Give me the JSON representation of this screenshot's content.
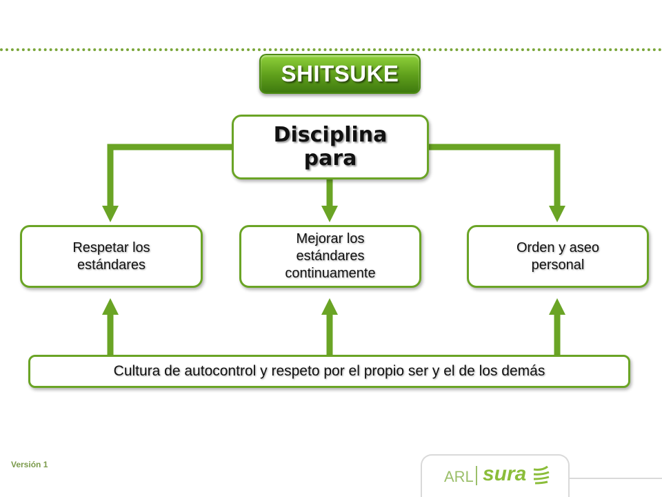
{
  "title": "SHITSUKE",
  "center": {
    "line1": "Disciplina",
    "line2": "para"
  },
  "boxes": [
    {
      "line1": "Respetar los",
      "line2": "estándares",
      "line3": ""
    },
    {
      "line1": "Mejorar los",
      "line2": "estándares",
      "line3": "continuamente"
    },
    {
      "line1": "Orden y aseo",
      "line2": "personal",
      "line3": ""
    }
  ],
  "foundation": "Cultura de autocontrol y respeto por el propio ser y el de los demás",
  "footer": {
    "version": "Versión 1",
    "brand_left": "ARL",
    "brand_right": "sura"
  },
  "colors": {
    "accent": "#6aa425",
    "title_green": "#5e9e1b"
  }
}
